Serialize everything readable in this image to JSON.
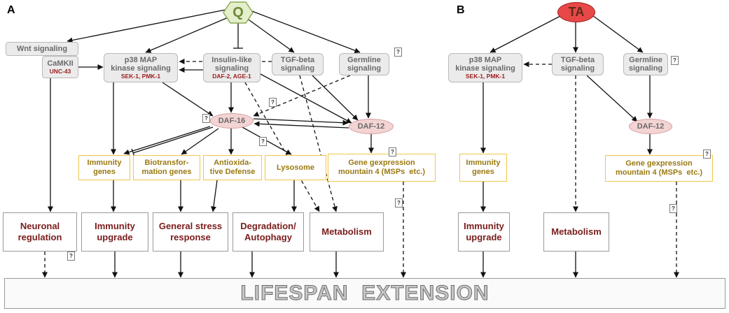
{
  "unknown_marker": "?",
  "lifespan": "LIFESPAN  EXTENSION",
  "panel_a": {
    "label": "A",
    "root": "Q",
    "wnt": "Wnt signaling",
    "camkii": {
      "name": "CaMKII",
      "gene": "UNC-43"
    },
    "p38": {
      "lines": [
        "p38 MAP",
        "kinase signaling"
      ],
      "genes": "SEK-1, PMK-1"
    },
    "insulin": {
      "lines": [
        "Insulin-like",
        "signaling"
      ],
      "genes": "DAF-2, AGE-1"
    },
    "tgf": {
      "lines": [
        "TGF-beta",
        "signaling"
      ]
    },
    "germline": {
      "lines": [
        "Germline",
        "signaling"
      ]
    },
    "daf16": "DAF-16",
    "daf12": "DAF-12",
    "gene_boxes": [
      {
        "lines": [
          "Immunity",
          "genes"
        ]
      },
      {
        "lines": [
          "Biotransfor-",
          "mation genes"
        ]
      },
      {
        "lines": [
          "Antioxida-",
          "tive Defense"
        ]
      },
      {
        "lines": [
          "Lysosome"
        ]
      },
      {
        "lines": [
          "Gene gexpression",
          "mountain 4 (MSPs  etc.)"
        ]
      }
    ],
    "outcomes": [
      {
        "lines": [
          "Neuronal",
          "regulation"
        ]
      },
      {
        "lines": [
          "Immunity",
          "upgrade"
        ]
      },
      {
        "lines": [
          "General stress",
          "response"
        ]
      },
      {
        "lines": [
          "Degradation/",
          "Autophagy"
        ]
      },
      {
        "lines": [
          "Metabolism"
        ]
      }
    ]
  },
  "panel_b": {
    "label": "B",
    "root": "TA",
    "p38": {
      "lines": [
        "p38 MAP",
        "kinase signaling"
      ],
      "genes": "SEK-1, PMK-1"
    },
    "tgf": {
      "lines": [
        "TGF-beta",
        "signaling"
      ]
    },
    "germline": {
      "lines": [
        "Germline",
        "signaling"
      ]
    },
    "daf12": "DAF-12",
    "gene_boxes": [
      {
        "lines": [
          "Immunity",
          "genes"
        ]
      },
      {
        "lines": [
          "Gene gexpression",
          "mountain 4 (MSPs  etc.)"
        ]
      }
    ],
    "outcomes": [
      {
        "lines": [
          "Immunity",
          "upgrade"
        ]
      },
      {
        "lines": [
          "Metabolism"
        ]
      }
    ]
  },
  "colors": {
    "signal_fill": "#ebebeb",
    "signal_border": "#b9b9b9",
    "signal_text": "#6a6a6a",
    "gene_red": "#9c1c1c",
    "tf_fill": "#f3d3d3",
    "tf_border": "#d59c9c",
    "gene_box_border": "#f0c647",
    "gene_box_text": "#9a7a12",
    "outcome_border": "#9a9a9a",
    "outcome_text": "#7a1c1c",
    "q_fill": "#e5efcb",
    "q_border": "#88aa55",
    "q_text": "#6d8b3a",
    "ta_fill": "#e84848",
    "ta_border": "#a31e1e",
    "ta_text": "#5e2a18",
    "lifespan_text": "#c6c6c6"
  }
}
